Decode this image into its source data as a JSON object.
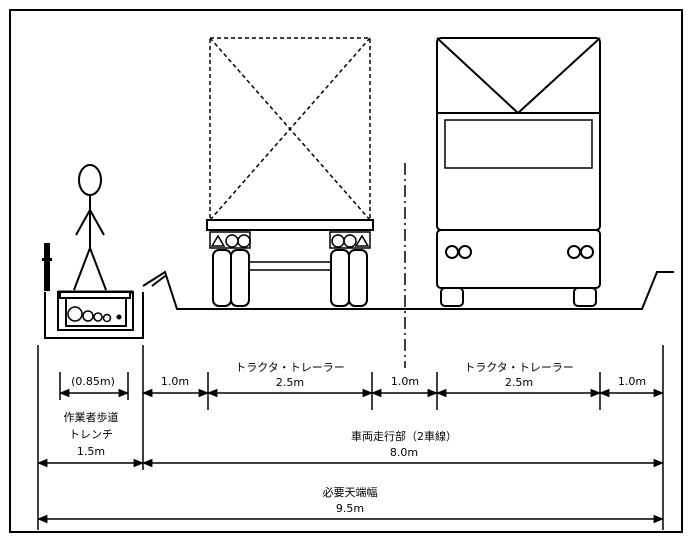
{
  "dimensions": {
    "sidewalk_inner": "(0.85m)",
    "sidewalk_title_line1": "作業者歩道",
    "sidewalk_title_line2": "トレンチ",
    "sidewalk_width": "1.5m",
    "gap_left": "1.0m",
    "trailer_left_label": "トラクタ・トレーラー",
    "trailer_left_width": "2.5m",
    "gap_center": "1.0m",
    "trailer_right_label": "トラクタ・トレーラー",
    "trailer_right_width": "2.5m",
    "gap_right": "1.0m",
    "roadway_label": "車両走行部（2車線）",
    "roadway_width": "8.0m",
    "total_label": "必要天端幅",
    "total_width": "9.5m"
  }
}
